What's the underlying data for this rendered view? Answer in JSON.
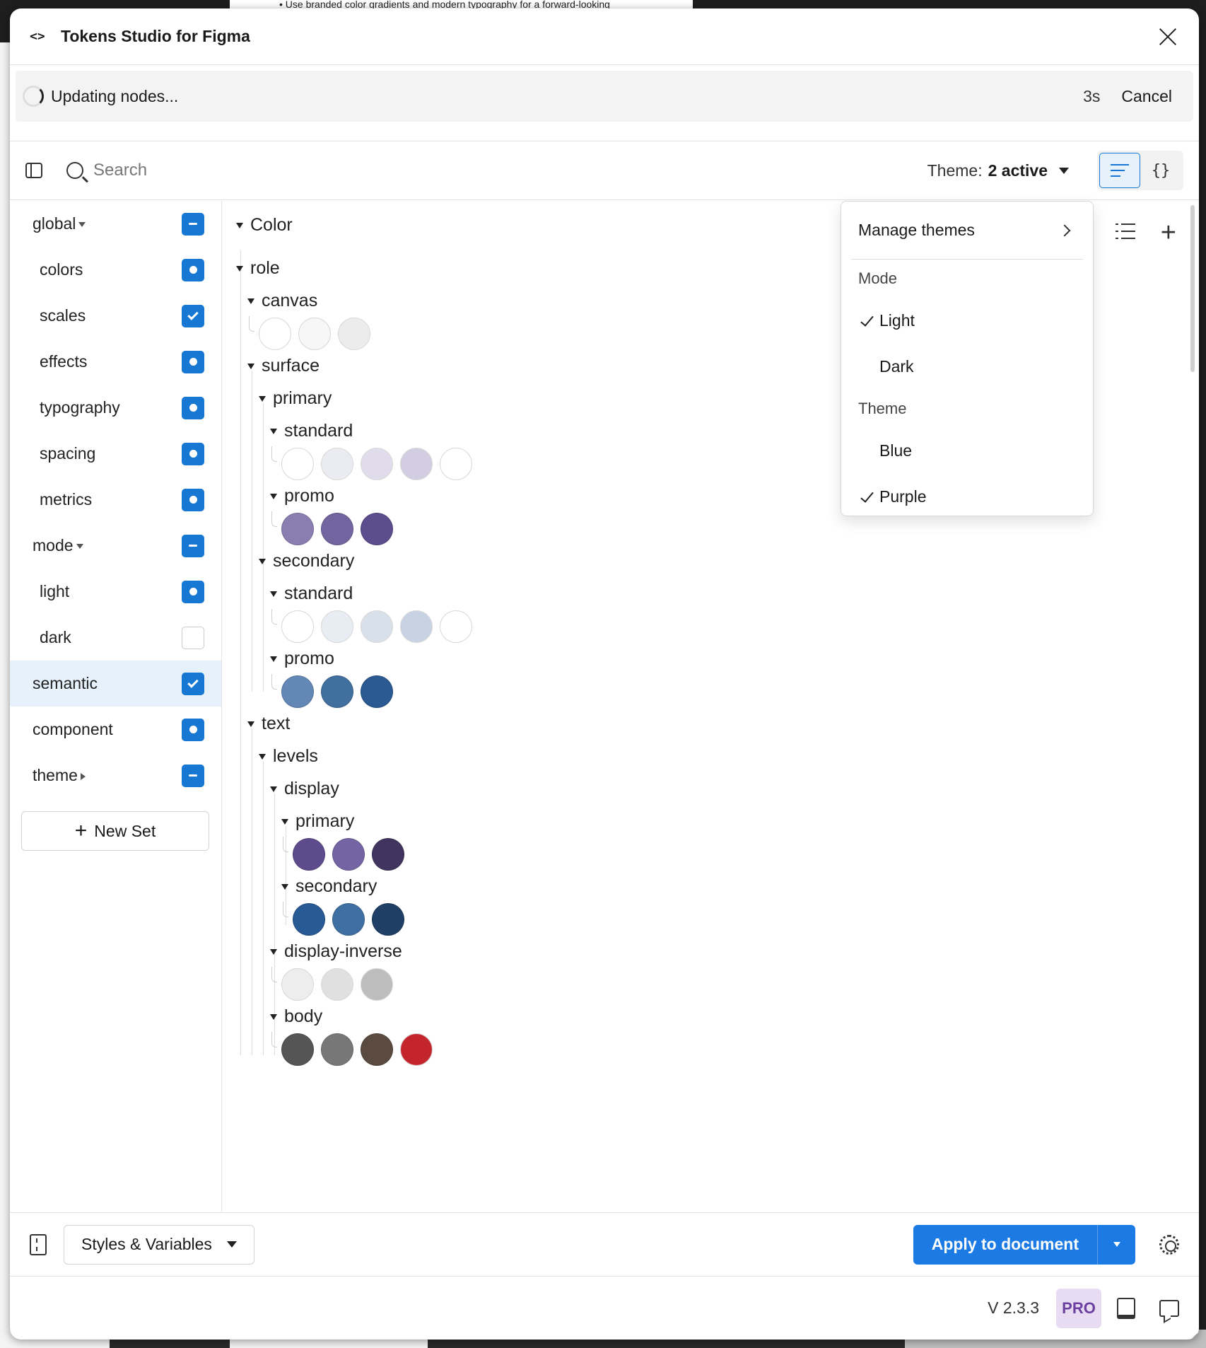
{
  "background": {
    "top_text": "Use branded color gradients and modern typography for a forward-looking"
  },
  "titlebar": {
    "title": "Tokens Studio for Figma"
  },
  "status": {
    "label": "Updating nodes...",
    "time": "3s",
    "cancel": "Cancel"
  },
  "toolbar": {
    "search_placeholder": "Search",
    "theme_label": "Theme:",
    "theme_value": "2 active"
  },
  "sidebar": {
    "sets": [
      {
        "name": "global",
        "caret": "down",
        "state": "partial",
        "level": 0
      },
      {
        "name": "colors",
        "state": "source",
        "level": 1
      },
      {
        "name": "scales",
        "state": "checked",
        "level": 1
      },
      {
        "name": "effects",
        "state": "source",
        "level": 1
      },
      {
        "name": "typography",
        "state": "source",
        "level": 1
      },
      {
        "name": "spacing",
        "state": "source",
        "level": 1
      },
      {
        "name": "metrics",
        "state": "source",
        "level": 1
      },
      {
        "name": "mode",
        "caret": "down",
        "state": "partial",
        "level": 0
      },
      {
        "name": "light",
        "state": "source",
        "level": 1
      },
      {
        "name": "dark",
        "state": "off",
        "level": 1
      },
      {
        "name": "semantic",
        "state": "checked",
        "level": 0,
        "selected": true
      },
      {
        "name": "component",
        "state": "source",
        "level": 0
      },
      {
        "name": "theme",
        "caret": "right",
        "state": "partial",
        "level": 0
      }
    ],
    "new_set": "New Set"
  },
  "tokens": {
    "color": "Color",
    "role": "role",
    "canvas": "canvas",
    "surface": "surface",
    "primary": "primary",
    "standard": "standard",
    "promo": "promo",
    "secondary": "secondary",
    "text": "text",
    "levels": "levels",
    "display": "display",
    "display_inverse": "display-inverse",
    "body": "body",
    "swatches": {
      "canvas": [
        "#ffffff",
        "#f7f7f7",
        "#ececec"
      ],
      "surface_primary_standard": [
        "#ffffff",
        "#ebebf2",
        "#e0dceb",
        "#d2cde1",
        "#ffffff"
      ],
      "surface_primary_promo": [
        "#8a7db0",
        "#72649f",
        "#5c4d8f"
      ],
      "surface_secondary_standard": [
        "#ffffff",
        "#e8edf3",
        "#d8e0ea",
        "#c7d3e2",
        "#ffffff"
      ],
      "surface_secondary_promo": [
        "#6388b5",
        "#41709f",
        "#2a5a91"
      ],
      "text_display_primary": [
        "#5e4b8e",
        "#7564a3",
        "#41355f"
      ],
      "text_display_secondary": [
        "#285a95",
        "#3f6fa2",
        "#1f3f66"
      ],
      "text_display_inverse": [
        "#ededed",
        "#e0e0e0",
        "#bdbdbd"
      ],
      "text_body": [
        "#555555",
        "#777777",
        "#5a4a40",
        "#c4252c"
      ]
    }
  },
  "theme_menu": {
    "manage": "Manage themes",
    "groups": [
      {
        "label": "Mode",
        "items": [
          {
            "name": "Light",
            "checked": true
          },
          {
            "name": "Dark",
            "checked": false
          }
        ]
      },
      {
        "label": "Theme",
        "items": [
          {
            "name": "Blue",
            "checked": false
          },
          {
            "name": "Purple",
            "checked": true
          }
        ]
      }
    ]
  },
  "footer": {
    "styles_select": "Styles & Variables",
    "apply": "Apply to document"
  },
  "bottombar": {
    "version": "V 2.3.3",
    "badge": "PRO"
  }
}
